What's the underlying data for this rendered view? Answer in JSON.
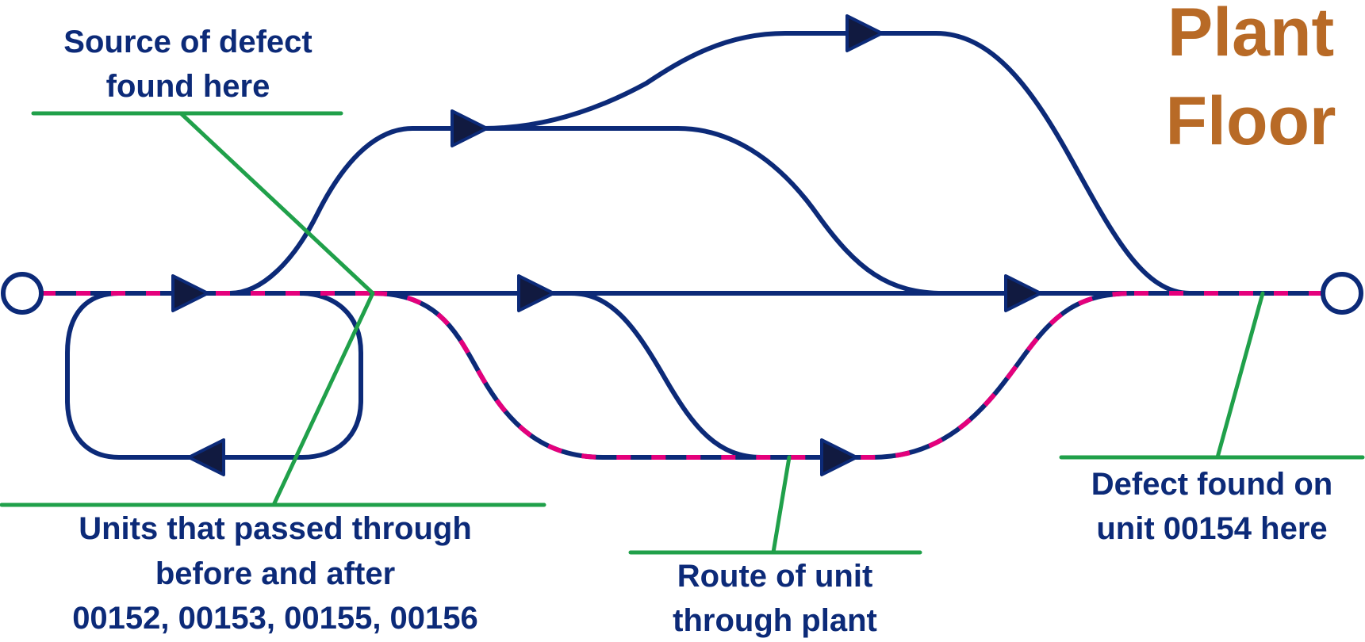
{
  "title": {
    "line1": "Plant",
    "line2": "Floor"
  },
  "annotations": {
    "source": {
      "line1": "Source of defect",
      "line2": "found here"
    },
    "units": {
      "line1": "Units that passed through",
      "line2": "before and after",
      "line3": "00152, 00153, 00155, 00156"
    },
    "route": {
      "line1": "Route of unit",
      "line2": "through plant"
    },
    "defect": {
      "line1": "Defect found on",
      "line2": "unit 00154 here"
    }
  },
  "colors": {
    "path": "#0c2a78",
    "route_highlight": "#e4007c",
    "leader": "#20a04a",
    "title": "#b86a26",
    "label": "#0c2a78",
    "arrow": "#111a40"
  }
}
